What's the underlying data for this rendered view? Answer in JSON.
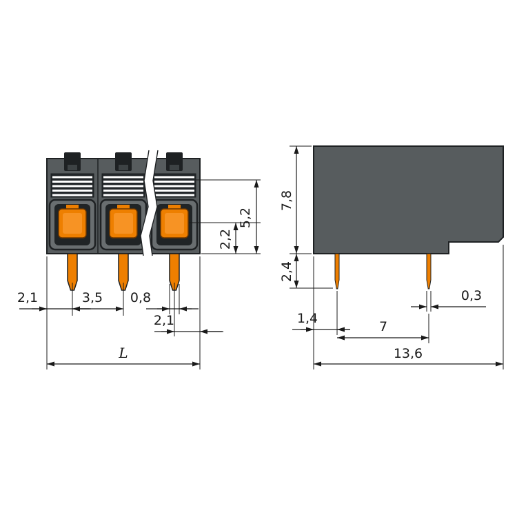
{
  "colors": {
    "housing_gray": "#575c5e",
    "outline_dark": "#1e2123",
    "actuator_orange": "#ee7f00",
    "dimension_color": "#1a1a1a",
    "background": "#ffffff"
  },
  "front_view": {
    "pole_count_visible": 3,
    "dims": {
      "edge_to_first_pin": "2,1",
      "pin_pitch": "3,5",
      "pin_width": "0,8",
      "last_pin_to_edge": "2,1",
      "total_length": "L",
      "actuator_depth": "2,2",
      "opening_depth": "5,2"
    }
  },
  "side_view": {
    "dims": {
      "housing_height": "7,8",
      "pin_length": "2,4",
      "edge_to_first_pin": "1,4",
      "pin_thickness": "0,3",
      "pin_spacing": "7",
      "housing_depth": "13,6"
    }
  }
}
